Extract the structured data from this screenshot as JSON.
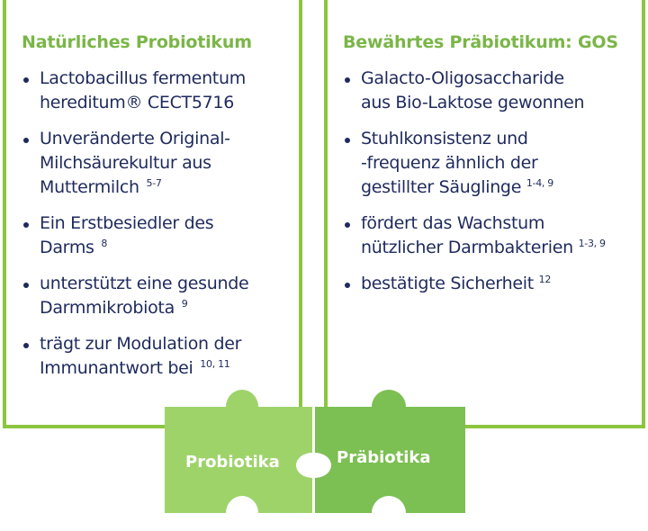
{
  "left_panel": {
    "title": "Natürliches Probiotikum",
    "items": [
      {
        "lines": [
          "Lactobacillus fermentum",
          "hereditum® CECT5716"
        ],
        "sup": ""
      },
      {
        "lines": [
          "Unveränderte Original-",
          "Milchsäurekultur aus",
          "Muttermilch"
        ],
        "sup": "5-7"
      },
      {
        "lines": [
          "Ein Erstbesiedler des",
          "Darms"
        ],
        "sup": "8"
      },
      {
        "lines": [
          "unterstützt eine gesunde",
          "Darmmikrobiota"
        ],
        "sup": "9"
      },
      {
        "lines": [
          "trägt zur Modulation der",
          "Immunantwort bei"
        ],
        "sup": "10, 11"
      }
    ]
  },
  "right_panel": {
    "title": "Bewährtes Präbiotikum: GOS",
    "items": [
      {
        "lines": [
          "Galacto-Oligosaccharide",
          "aus Bio-Laktose gewonnen"
        ],
        "sup": ""
      },
      {
        "lines": [
          "Stuhlkonsistenz und",
          "-frequenz ähnlich der",
          "gestillter Säuglinge"
        ],
        "sup": "1-4, 9"
      },
      {
        "lines": [
          "fördert das Wachstum",
          "nützlicher Darmbakterien"
        ],
        "sup": "1-3, 9"
      },
      {
        "lines": [
          "bestätigte Sicherheit"
        ],
        "sup": "12"
      }
    ]
  },
  "puzzle": {
    "left_label": "Probiotika",
    "right_label": "Präbiotika"
  },
  "colors": {
    "border_green": "#8cc63f",
    "title_green": "#7ab648",
    "text_navy": "#1f2a5c",
    "piece_left": "#9ed36a",
    "piece_right": "#7cbf52"
  }
}
